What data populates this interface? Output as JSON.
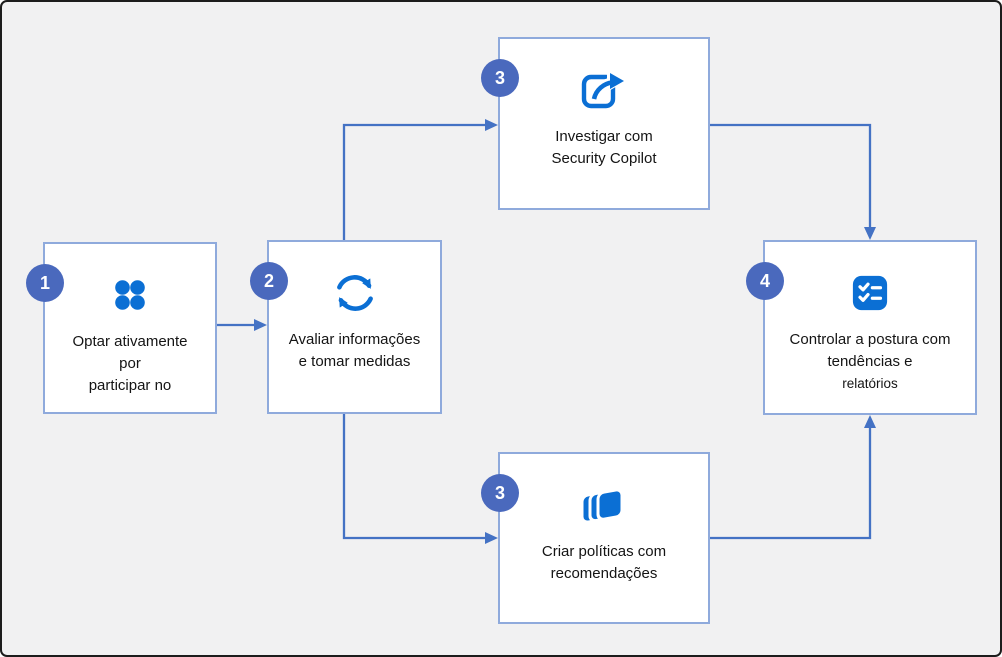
{
  "colors": {
    "canvas_bg": "#f1f1f2",
    "frame_border": "#1c1c1c",
    "box_bg": "#ffffff",
    "box_border": "#8faadc",
    "badge_bg": "#4a69bd",
    "badge_text": "#ffffff",
    "connector": "#4472c4",
    "icon_blue": "#0b6fd4",
    "text": "#141414"
  },
  "steps": [
    {
      "badge": "1",
      "icon": "dots-grid-icon",
      "lines": [
        "Optar ativamente",
        "por",
        "participar no"
      ]
    },
    {
      "badge": "2",
      "icon": "sync-arrows-icon",
      "lines": [
        "Avaliar informações",
        "e tomar medidas"
      ]
    },
    {
      "badge": "3",
      "icon": "share-arrow-icon",
      "lines": [
        "Investigar com",
        "Security Copilot"
      ]
    },
    {
      "badge": "3",
      "icon": "stacked-layers-icon",
      "lines": [
        "Criar políticas com",
        "recomendações"
      ]
    },
    {
      "badge": "4",
      "icon": "checklist-icon",
      "lines": [
        "Controlar a postura com",
        "tendências e",
        "relatórios"
      ]
    }
  ]
}
